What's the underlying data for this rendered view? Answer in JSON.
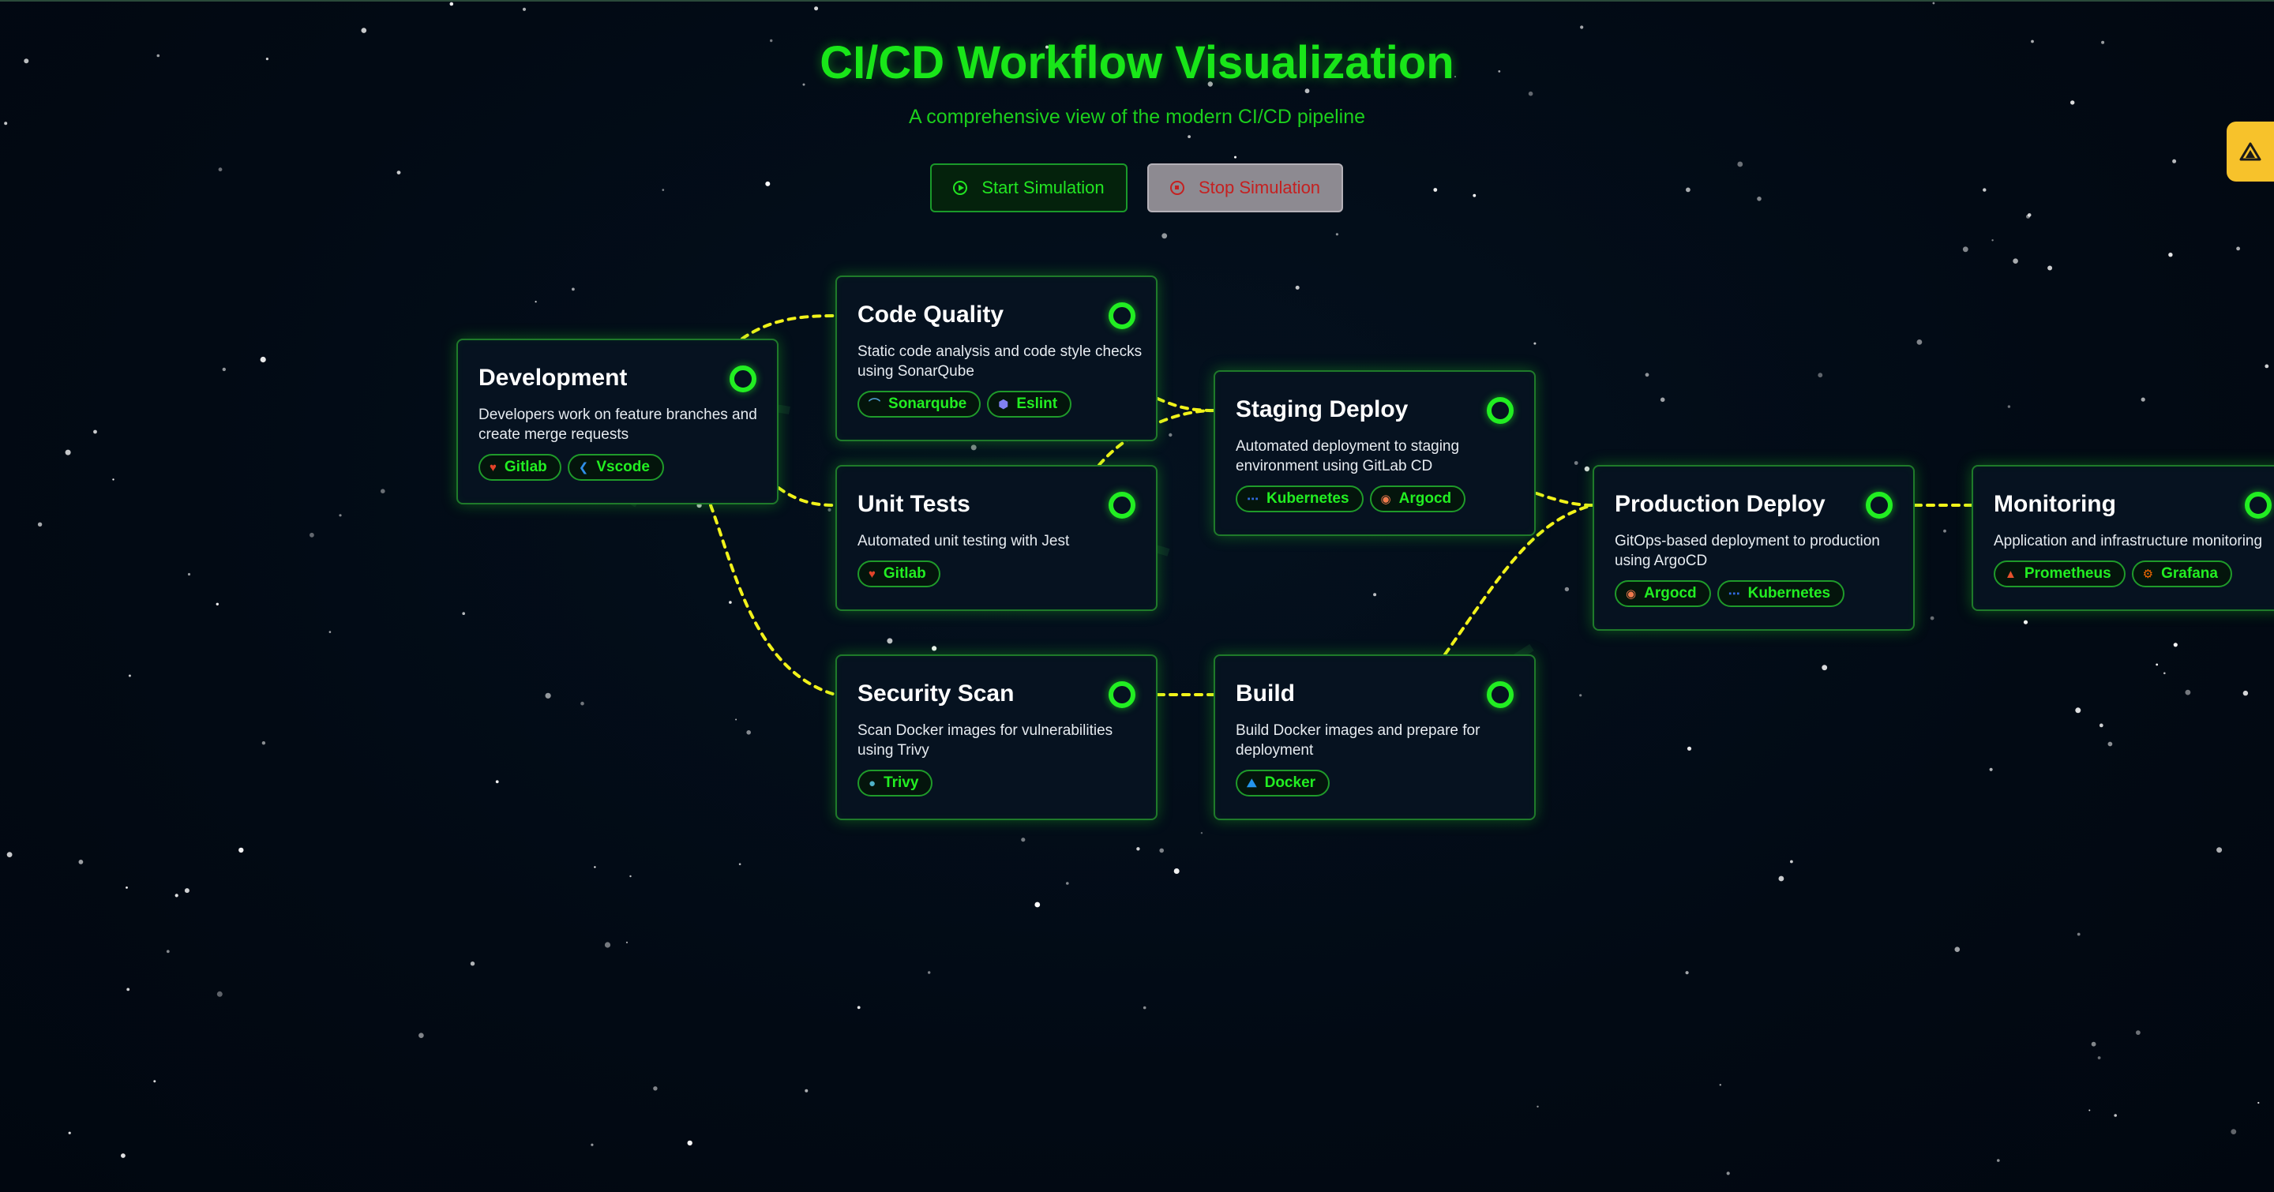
{
  "header": {
    "title": "CI/CD Workflow Visualization",
    "subtitle": "A comprehensive view of the modern CI/CD pipeline"
  },
  "controls": {
    "start_label": "Start Simulation",
    "stop_label": "Stop Simulation"
  },
  "colors": {
    "accent": "#22ee22",
    "connector": "#f2f21a",
    "background": "#020b16",
    "stop_text": "#c52020",
    "side_tab": "#f7c22b"
  },
  "side_tab": {
    "icon": "warning-triangle-icon"
  },
  "stages": [
    {
      "id": "development",
      "title": "Development",
      "description": "Developers work on feature branches and create merge requests",
      "tools": [
        {
          "name": "Gitlab",
          "icon": "gitlab-icon"
        },
        {
          "name": "Vscode",
          "icon": "vscode-icon"
        }
      ]
    },
    {
      "id": "codequality",
      "title": "Code Quality",
      "description": "Static code analysis and code style checks using SonarQube",
      "tools": [
        {
          "name": "Sonarqube",
          "icon": "sonarqube-icon"
        },
        {
          "name": "Eslint",
          "icon": "eslint-icon"
        }
      ]
    },
    {
      "id": "unittests",
      "title": "Unit Tests",
      "description": "Automated unit testing with Jest",
      "tools": [
        {
          "name": "Gitlab",
          "icon": "gitlab-icon"
        }
      ]
    },
    {
      "id": "security",
      "title": "Security Scan",
      "description": "Scan Docker images for vulnerabilities using Trivy",
      "tools": [
        {
          "name": "Trivy",
          "icon": "trivy-icon"
        }
      ]
    },
    {
      "id": "build",
      "title": "Build",
      "description": "Build Docker images and prepare for deployment",
      "tools": [
        {
          "name": "Docker",
          "icon": "docker-icon"
        }
      ]
    },
    {
      "id": "staging",
      "title": "Staging Deploy",
      "description": "Automated deployment to staging environment using GitLab CD",
      "tools": [
        {
          "name": "Kubernetes",
          "icon": "kubernetes-icon"
        },
        {
          "name": "Argocd",
          "icon": "argocd-icon"
        }
      ]
    },
    {
      "id": "production",
      "title": "Production Deploy",
      "description": "GitOps-based deployment to production using ArgoCD",
      "tools": [
        {
          "name": "Argocd",
          "icon": "argocd-icon"
        },
        {
          "name": "Kubernetes",
          "icon": "kubernetes-icon"
        }
      ]
    },
    {
      "id": "monitoring",
      "title": "Monitoring",
      "description": "Application and infrastructure monitoring",
      "tools": [
        {
          "name": "Prometheus",
          "icon": "prometheus-icon"
        },
        {
          "name": "Grafana",
          "icon": "grafana-icon"
        }
      ]
    }
  ],
  "connections": [
    {
      "from": "development",
      "to": "codequality"
    },
    {
      "from": "development",
      "to": "unittests"
    },
    {
      "from": "development",
      "to": "security"
    },
    {
      "from": "codequality",
      "to": "staging"
    },
    {
      "from": "unittests",
      "to": "staging"
    },
    {
      "from": "security",
      "to": "build"
    },
    {
      "from": "staging",
      "to": "production"
    },
    {
      "from": "build",
      "to": "production"
    },
    {
      "from": "production",
      "to": "monitoring"
    }
  ]
}
